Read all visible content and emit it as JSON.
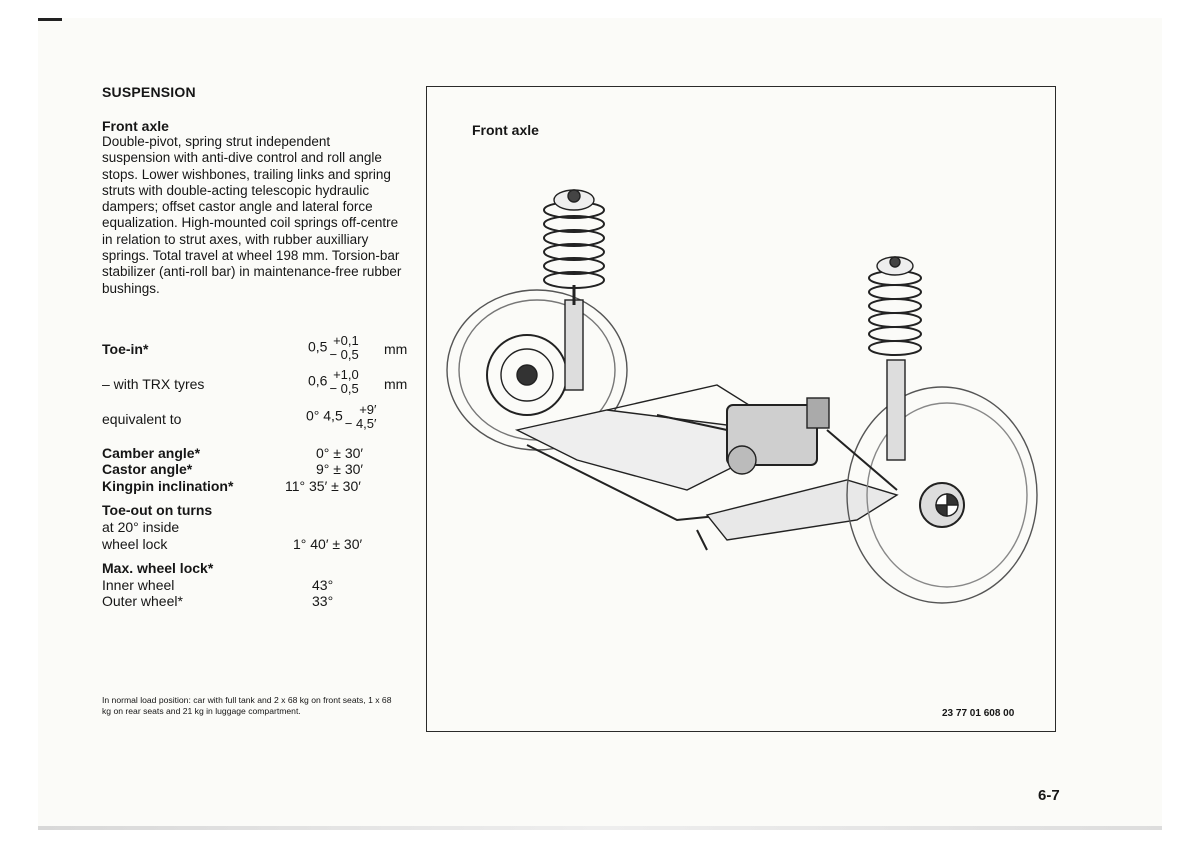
{
  "section": {
    "heading": "SUSPENSION",
    "subheading": "Front axle",
    "description": "Double-pivot, spring strut independent suspension with anti-dive control and roll angle stops. Lower wishbones, trailing links and spring struts with double-acting telescopic hydraulic dampers; offset castor angle and lateral force equalization. High-mounted coil springs off-centre in relation to strut axes, with rubber auxilliary springs. Total travel at wheel 198 mm. Torsion-bar stabilizer (anti-roll bar) in maintenance-free rubber bushings."
  },
  "specs": {
    "toe_in": {
      "label": "Toe-in*",
      "base": "0,5",
      "plus": "+0,1",
      "minus": "− 0,5",
      "unit": "mm"
    },
    "trx": {
      "label": "– with TRX tyres",
      "base": "0,6",
      "plus": "+1,0",
      "minus": "− 0,5",
      "unit": "mm"
    },
    "equiv": {
      "label": "equivalent to",
      "base": "0° 4,5",
      "plus": "+9′",
      "minus": "− 4,5′"
    },
    "camber": {
      "label": "Camber angle*",
      "value": "0° ± 30′"
    },
    "castor": {
      "label": "Castor angle*",
      "value": "9° ± 30′"
    },
    "kingpin": {
      "label": "Kingpin inclination*",
      "value": "11° 35′ ± 30′"
    },
    "toe_out": {
      "label": "Toe-out on turns",
      "line1": "at 20° inside",
      "line2": "wheel lock",
      "value": "1° 40′ ± 30′"
    },
    "max_lock": {
      "label": "Max. wheel lock*",
      "inner_label": "Inner wheel",
      "inner_value": "43°",
      "outer_label": "Outer wheel*",
      "outer_value": "33°"
    }
  },
  "footnote": "In normal load position: car with full tank and 2 x 68 kg on front seats, 1 x 68 kg on rear seats and 21 kg in luggage compartment.",
  "figure": {
    "title": "Front axle",
    "part_number": "23 77 01 608 00"
  },
  "page_number": "6-7"
}
